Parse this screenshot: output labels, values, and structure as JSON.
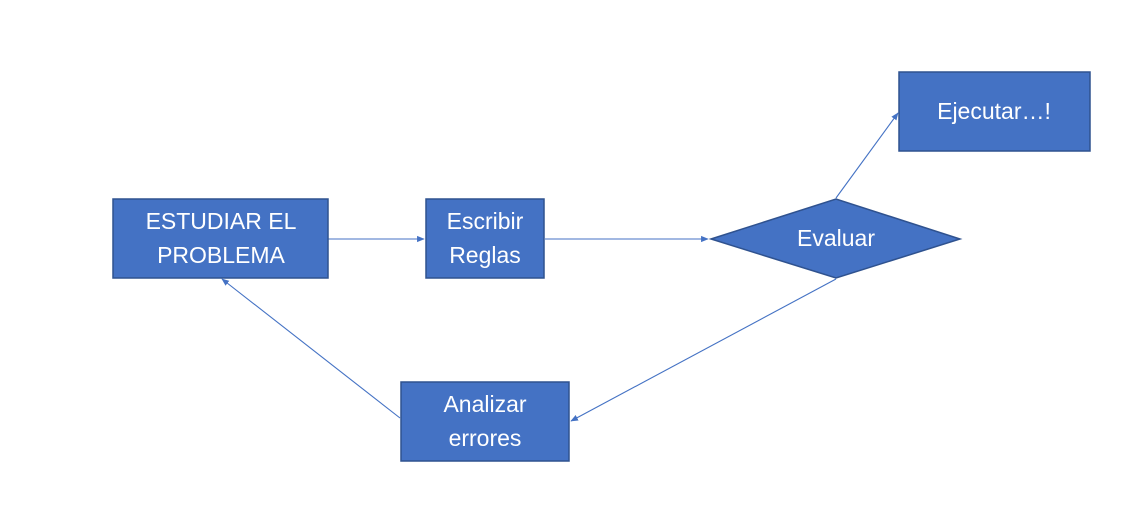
{
  "diagram": {
    "type": "flowchart",
    "colors": {
      "node_fill": "#4472c4",
      "node_border": "#2f528f",
      "connector": "#4472c4",
      "text": "#ffffff",
      "background": "#ffffff"
    },
    "nodes": {
      "estudiar": {
        "shape": "rectangle",
        "line1": "ESTUDIAR EL",
        "line2": "PROBLEMA"
      },
      "escribir": {
        "shape": "rectangle",
        "line1": "Escribir",
        "line2": "Reglas"
      },
      "evaluar": {
        "shape": "diamond",
        "label": "Evaluar"
      },
      "ejecutar": {
        "shape": "rectangle",
        "label": "Ejecutar…!"
      },
      "analizar": {
        "shape": "rectangle",
        "line1": "Analizar",
        "line2": "errores"
      }
    },
    "edges": [
      {
        "from": "estudiar",
        "to": "escribir"
      },
      {
        "from": "escribir",
        "to": "evaluar"
      },
      {
        "from": "evaluar",
        "to": "ejecutar"
      },
      {
        "from": "evaluar",
        "to": "analizar"
      },
      {
        "from": "analizar",
        "to": "estudiar"
      }
    ]
  }
}
